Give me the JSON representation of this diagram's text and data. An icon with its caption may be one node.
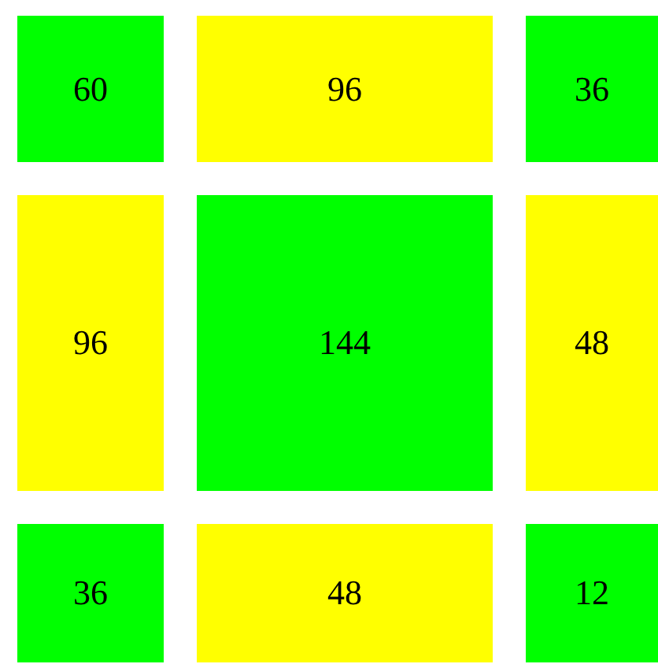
{
  "diagram": {
    "nodes": [
      {
        "text": [
          "60"
        ]
      },
      {
        "text": [
          "96"
        ]
      },
      {
        "text": [
          "36"
        ]
      },
      {
        "text": [
          "96"
        ]
      },
      {
        "text": [
          "144"
        ]
      },
      {
        "text": [
          "48"
        ]
      },
      {
        "text": [
          "36"
        ]
      },
      {
        "text": [
          "48"
        ]
      },
      {
        "text": [
          "12"
        ]
      }
    ]
  }
}
